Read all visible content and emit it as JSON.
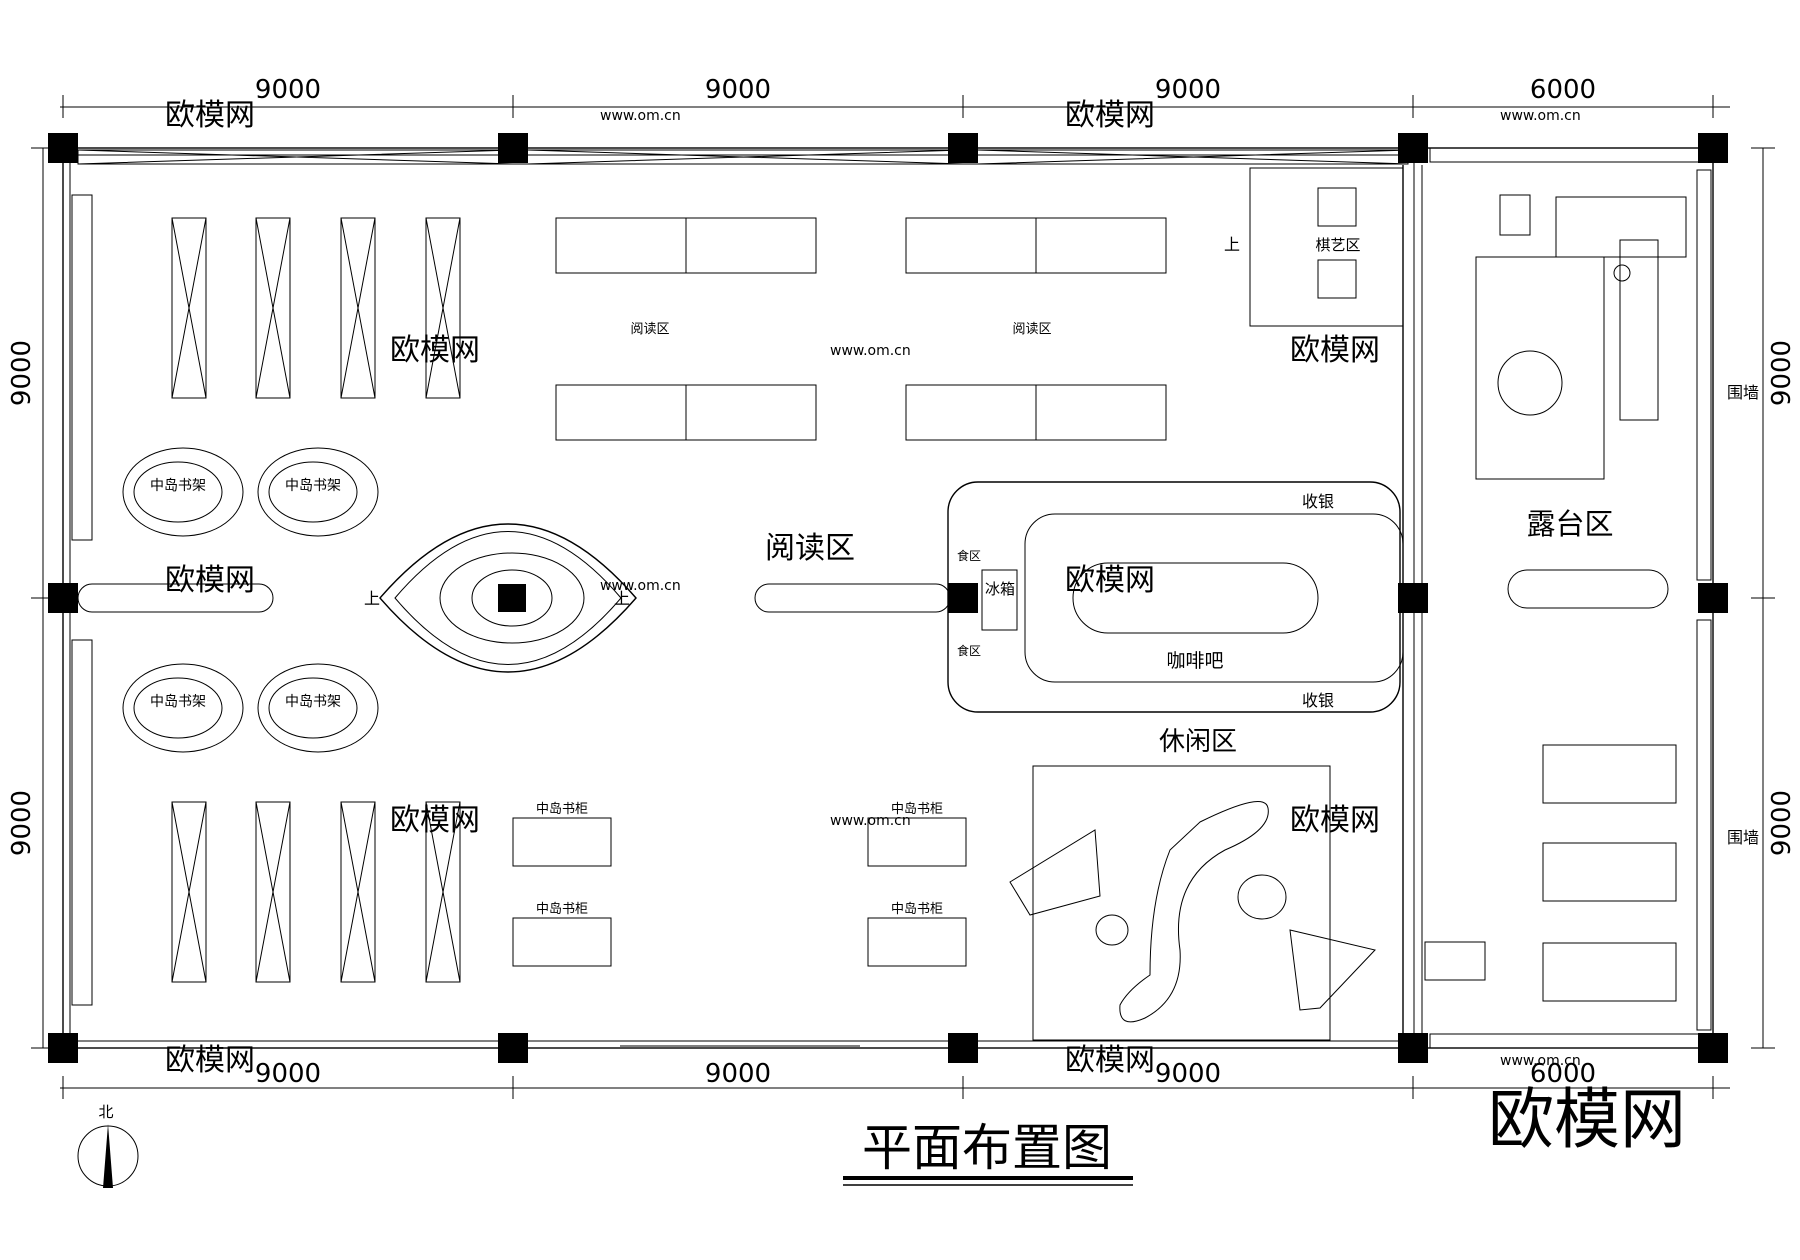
{
  "title": "平面布置图",
  "north_label": "北",
  "watermark_big": "欧模网",
  "watermark_small": "欧模网",
  "watermark_url": "www.om.cn",
  "dims": {
    "top": [
      "9000",
      "9000",
      "9000",
      "6000"
    ],
    "bottom": [
      "9000",
      "9000",
      "9000",
      "6000"
    ],
    "left": [
      "9000",
      "9000"
    ],
    "right": [
      "9000",
      "9000"
    ]
  },
  "zones": {
    "reading_center": "阅读区",
    "reading_small_1": "阅读区",
    "reading_small_2": "阅读区",
    "chess": "棋艺区",
    "terrace": "露台区",
    "cafe": "咖啡吧",
    "leisure": "休闲区"
  },
  "labels": {
    "cashier_1": "收银",
    "cashier_2": "收银",
    "fridge": "冰箱",
    "food": "食区",
    "island_shelf": "中岛书架",
    "island_cabinet": "中岛书柜",
    "up": "上",
    "fence": "围墙"
  }
}
